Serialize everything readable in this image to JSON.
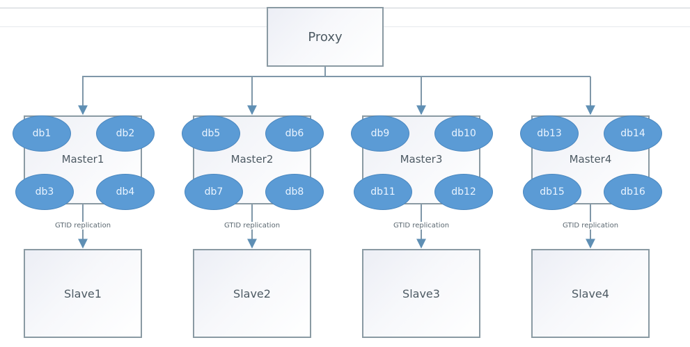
{
  "diagram": {
    "proxy": {
      "label": "Proxy"
    },
    "edge_label": "GTID replication",
    "colors": {
      "db_fill": "#5b9bd5",
      "line": "#5f8fb4",
      "box_border": "#8a9aa3",
      "text": "#4d5a63"
    },
    "groups": [
      {
        "master": "Master1",
        "dbs": [
          "db1",
          "db2",
          "db3",
          "db4"
        ],
        "slave": "Slave1"
      },
      {
        "master": "Master2",
        "dbs": [
          "db5",
          "db6",
          "db7",
          "db8"
        ],
        "slave": "Slave2"
      },
      {
        "master": "Master3",
        "dbs": [
          "db9",
          "db10",
          "db11",
          "db12"
        ],
        "slave": "Slave3"
      },
      {
        "master": "Master4",
        "dbs": [
          "db13",
          "db14",
          "db15",
          "db16"
        ],
        "slave": "Slave4"
      }
    ]
  }
}
